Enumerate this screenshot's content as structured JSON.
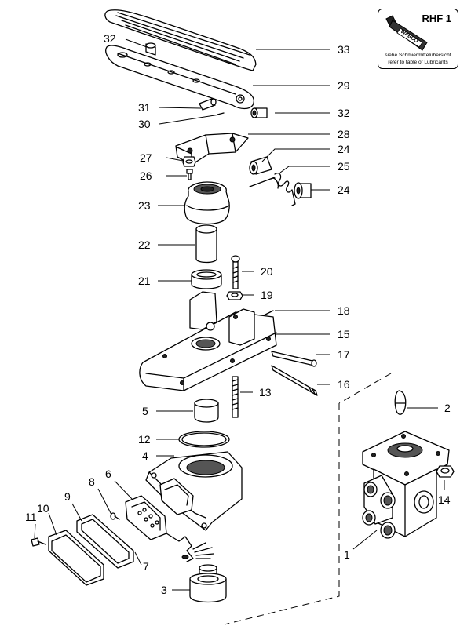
{
  "lubricant_box": {
    "code": "RHF 1",
    "brand": "WABCO",
    "note_de": "siehe Schmiermittelübersicht",
    "note_en": "refer to table of Lubricants"
  },
  "callouts": [
    {
      "id": "p33",
      "number": "33"
    },
    {
      "id": "p32a",
      "number": "32"
    },
    {
      "id": "p29",
      "number": "29"
    },
    {
      "id": "p31",
      "number": "31"
    },
    {
      "id": "p32b",
      "number": "32"
    },
    {
      "id": "p30",
      "number": "30"
    },
    {
      "id": "p28",
      "number": "28"
    },
    {
      "id": "p24a",
      "number": "24"
    },
    {
      "id": "p27",
      "number": "27"
    },
    {
      "id": "p25",
      "number": "25"
    },
    {
      "id": "p26",
      "number": "26"
    },
    {
      "id": "p24b",
      "number": "24"
    },
    {
      "id": "p23",
      "number": "23"
    },
    {
      "id": "p22",
      "number": "22"
    },
    {
      "id": "p20",
      "number": "20"
    },
    {
      "id": "p21",
      "number": "21"
    },
    {
      "id": "p19",
      "number": "19"
    },
    {
      "id": "p18",
      "number": "18"
    },
    {
      "id": "p15",
      "number": "15"
    },
    {
      "id": "p17",
      "number": "17"
    },
    {
      "id": "p16",
      "number": "16"
    },
    {
      "id": "p13",
      "number": "13"
    },
    {
      "id": "p5",
      "number": "5"
    },
    {
      "id": "p2",
      "number": "2"
    },
    {
      "id": "p12",
      "number": "12"
    },
    {
      "id": "p4",
      "number": "4"
    },
    {
      "id": "p6",
      "number": "6"
    },
    {
      "id": "p8",
      "number": "8"
    },
    {
      "id": "p9",
      "number": "9"
    },
    {
      "id": "p14",
      "number": "14"
    },
    {
      "id": "p10",
      "number": "10"
    },
    {
      "id": "p11",
      "number": "11"
    },
    {
      "id": "p1",
      "number": "1"
    },
    {
      "id": "p7",
      "number": "7"
    },
    {
      "id": "p3",
      "number": "3"
    }
  ]
}
